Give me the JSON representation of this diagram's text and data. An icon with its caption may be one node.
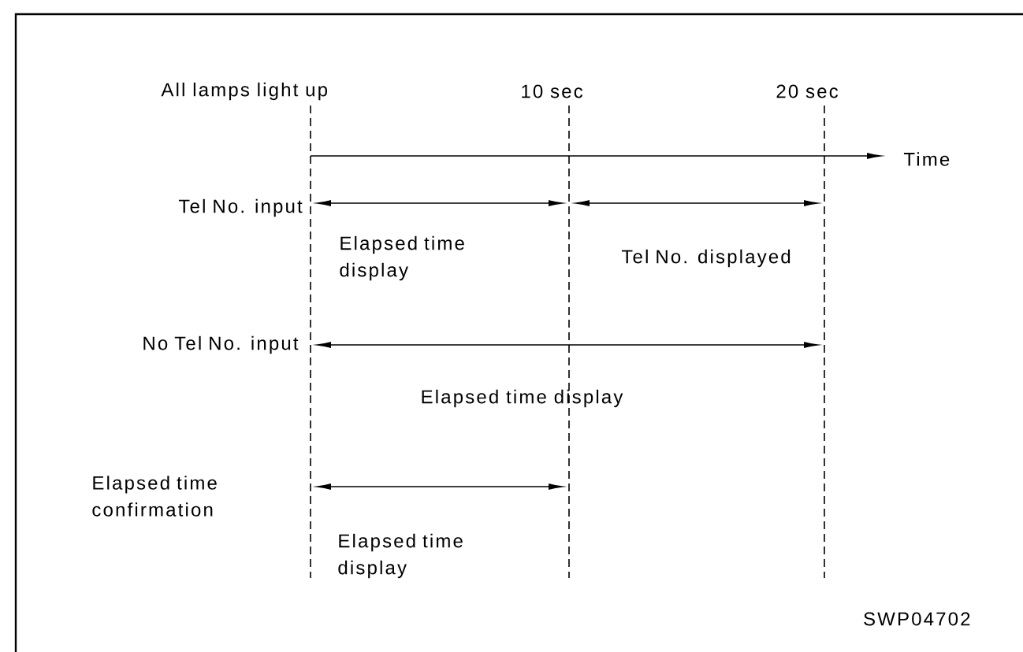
{
  "diagram": {
    "labels": [
      "All lamps light up",
      "10 sec",
      "20 sec",
      "Time",
      "Tel No. input",
      "Elapsed time display",
      "Tel No. displayed",
      "No Tel No. input",
      "Elapsed time display",
      "Elapsed time confirmation",
      "Elapsed time display",
      "SWP04702"
    ]
  }
}
